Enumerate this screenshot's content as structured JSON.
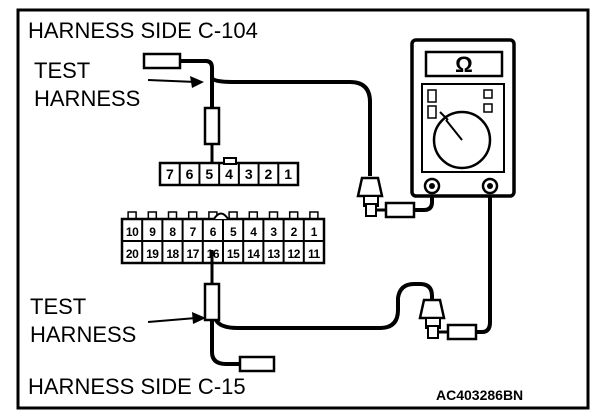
{
  "labels": {
    "top_harness_side": "HARNESS SIDE C-104",
    "bottom_harness_side": "HARNESS SIDE C-15",
    "test_top": "TEST",
    "harness_top": "HARNESS",
    "test_bottom": "TEST",
    "harness_bottom": "HARNESS",
    "figure_code": "AC403286BN",
    "ohm_symbol": "Ω"
  },
  "connector_c104": {
    "pins": [
      "7",
      "6",
      "5",
      "4",
      "3",
      "2",
      "1"
    ]
  },
  "connector_c15": {
    "top_row": [
      "10",
      "9",
      "8",
      "7",
      "6",
      "5",
      "4",
      "3",
      "2",
      "1"
    ],
    "bottom_row": [
      "20",
      "19",
      "18",
      "17",
      "16",
      "15",
      "14",
      "13",
      "12",
      "11"
    ]
  }
}
